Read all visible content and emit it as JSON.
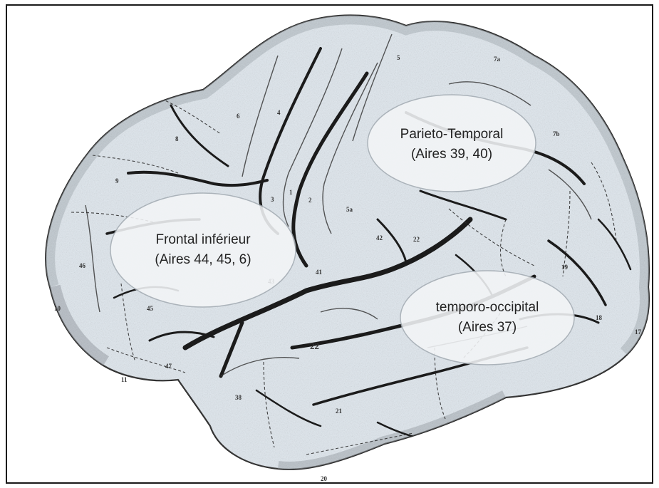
{
  "diagram": {
    "colors": {
      "tissue": "#dfe7ee",
      "outline": "#2a2a2a",
      "shadow": "#1b1b1b",
      "stipple": "#6d7278",
      "label_bubble": "#f3f5f7"
    },
    "regions": [
      {
        "id": "frontal-inferieur",
        "line1": "Frontal inférieur",
        "line2": "(Aires 44, 45, 6)"
      },
      {
        "id": "parieto-temporal",
        "line1": "Parieto-Temporal",
        "line2": "(Aires 39, 40)"
      },
      {
        "id": "temporo-occipital",
        "line1": "temporo-occipital",
        "line2": "(Aires 37)"
      }
    ],
    "area_numbers": [
      "8",
      "6",
      "4",
      "5",
      "7a",
      "7b",
      "9",
      "3",
      "1",
      "2",
      "5a",
      "42",
      "22",
      "46",
      "10",
      "45",
      "43",
      "41",
      "19",
      "18",
      "17",
      "47",
      "11",
      "22",
      "38",
      "21",
      "20"
    ]
  }
}
